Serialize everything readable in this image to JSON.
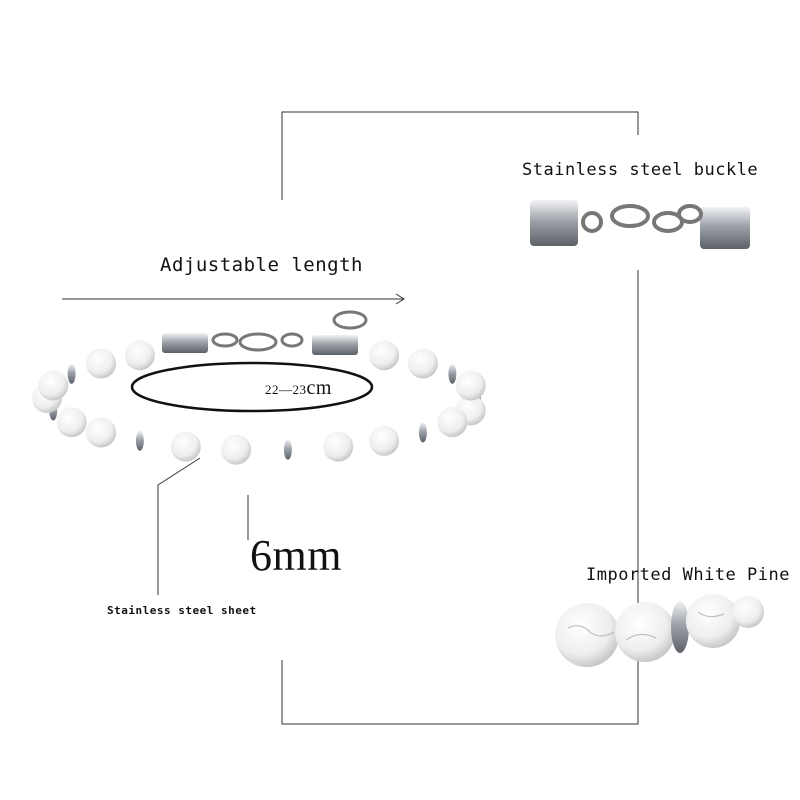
{
  "labels": {
    "buckle": "Stainless steel buckle",
    "adjustable": "Adjustable length",
    "size_range": "22—23",
    "size_unit": "cm",
    "bead_size": "6mm",
    "pine": "Imported White Pine",
    "sheet": "Stainless steel sheet"
  },
  "colors": {
    "line": "#333333",
    "bead_white": "#f4f4f4",
    "bead_vein": "#8a8a8a",
    "steel": "#b8bcc2"
  }
}
